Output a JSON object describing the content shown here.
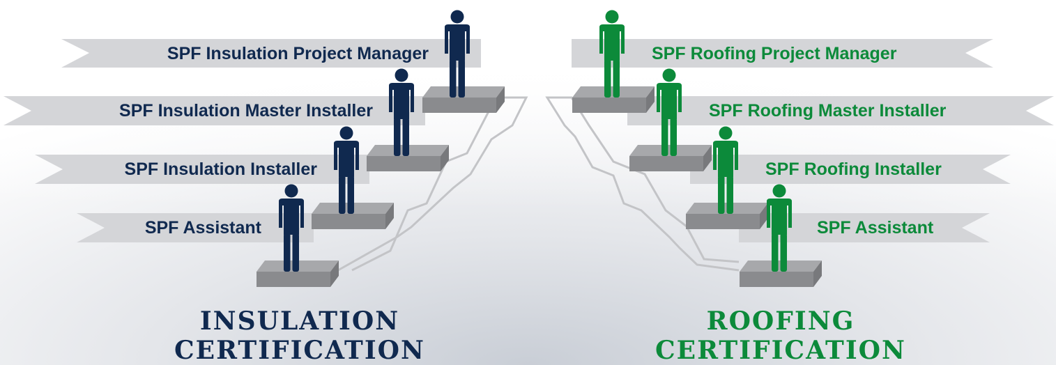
{
  "colors": {
    "insulation": "#10294f",
    "roofing": "#0c8a3a",
    "banner": "#d4d5d8",
    "pedestal_top": "#a7a8ab",
    "pedestal_front": "#8a8b8e",
    "connector": "#c3c4c7"
  },
  "insulation": {
    "title_line1": "INSULATION",
    "title_line2": "CERTIFICATION",
    "levels": [
      {
        "label": "SPF Insulation Project Manager",
        "icon": "person-icon"
      },
      {
        "label": "SPF Insulation Master Installer",
        "icon": "person-icon"
      },
      {
        "label": "SPF Insulation Installer",
        "icon": "person-icon"
      },
      {
        "label": "SPF Assistant",
        "icon": "person-icon"
      }
    ]
  },
  "roofing": {
    "title_line1": "ROOFING",
    "title_line2": "CERTIFICATION",
    "levels": [
      {
        "label": "SPF Roofing Project Manager",
        "icon": "person-icon"
      },
      {
        "label": "SPF Roofing Master Installer",
        "icon": "person-icon"
      },
      {
        "label": "SPF Roofing Installer",
        "icon": "person-icon"
      },
      {
        "label": "SPF Assistant",
        "icon": "person-icon"
      }
    ]
  }
}
